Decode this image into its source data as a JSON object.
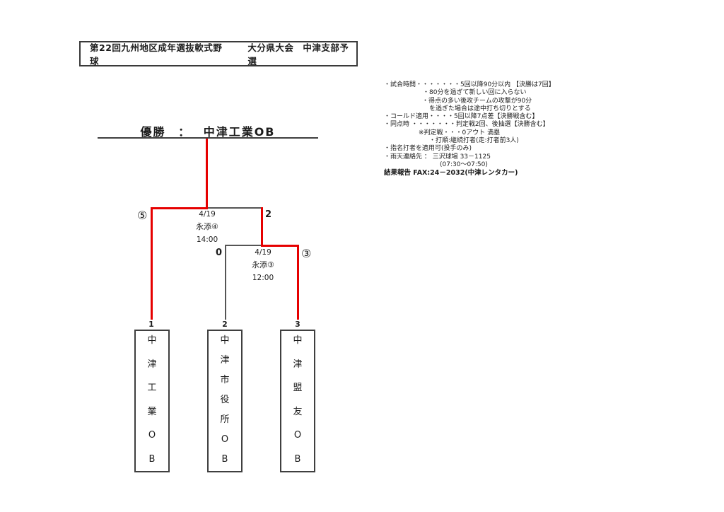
{
  "title": {
    "part1": "第22回九州地区成年選抜軟式野球",
    "part2": "大分県大会　中津支部予選"
  },
  "champion": {
    "label": "優勝",
    "separator": "：",
    "team": "中津工業OB"
  },
  "bracket": {
    "final": {
      "date": "4/19",
      "venue": "永添④",
      "time": "14:00",
      "score_left": "⑤",
      "score_right": "2",
      "winner": "中津工業OB"
    },
    "semifinal": {
      "date": "4/19",
      "venue": "永添③",
      "time": "12:00",
      "score_left": "0",
      "score_right": "③",
      "winner": "中津盟友OB"
    },
    "teams": [
      {
        "seed": "1",
        "name": "中津工業OB"
      },
      {
        "seed": "2",
        "name": "中津市役所OB"
      },
      {
        "seed": "3",
        "name": "中津盟友OB"
      }
    ]
  },
  "notes": {
    "lines": [
      {
        "text": "・試合時間・・・・・・・5回以降90分以内 【決勝は7回】"
      },
      {
        "text": "・80分を過ぎて新しい回に入らない"
      },
      {
        "text": "・得点の多い後攻チームの攻撃が90分"
      },
      {
        "text": "を過ぎた場合は途中打ち切りとする"
      },
      {
        "text": "・コールド適用・・・・5回以降7点差【決勝戦含む】"
      },
      {
        "text": "・同点時 ・・・・・・・判定戦2回、後抽選【決勝含む】"
      },
      {
        "text": "※判定戦・・・0アウト 満塁"
      },
      {
        "text": "・打順:継続打者(走:打者前3人)"
      },
      {
        "text": "・指名打者を適用可(投手のみ)"
      },
      {
        "text": "・雨天連絡先 ： 三沢球場 33－1125"
      },
      {
        "text": "(07:30～07:50)"
      },
      {
        "text": "結果報告 FAX:24－2032(中津レンタカー)"
      }
    ]
  },
  "colors": {
    "winner_path": "#e60000",
    "line": "#555555",
    "border": "#3f3f3f"
  }
}
